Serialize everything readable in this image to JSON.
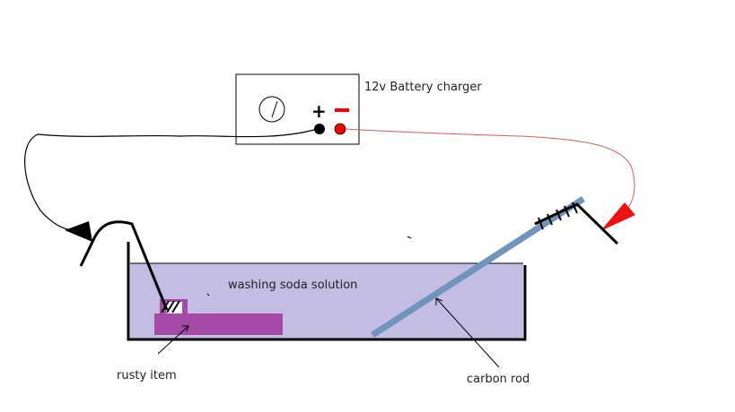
{
  "labels": {
    "charger": "12v Battery charger",
    "plus": "+",
    "solution": "washing soda solution",
    "rusty_item": "rusty item",
    "carbon_rod": "carbon rod"
  },
  "colors": {
    "solution_fill": "#c3bde3",
    "rusty_item": "#a54aa7",
    "carbon_rod": "#6f94be",
    "positive_wire": "#000000",
    "negative_wire": "#e0585b",
    "negative_terminal": "#ff0000",
    "negative_clip": "#ee1111",
    "tank_outline": "#000000"
  }
}
